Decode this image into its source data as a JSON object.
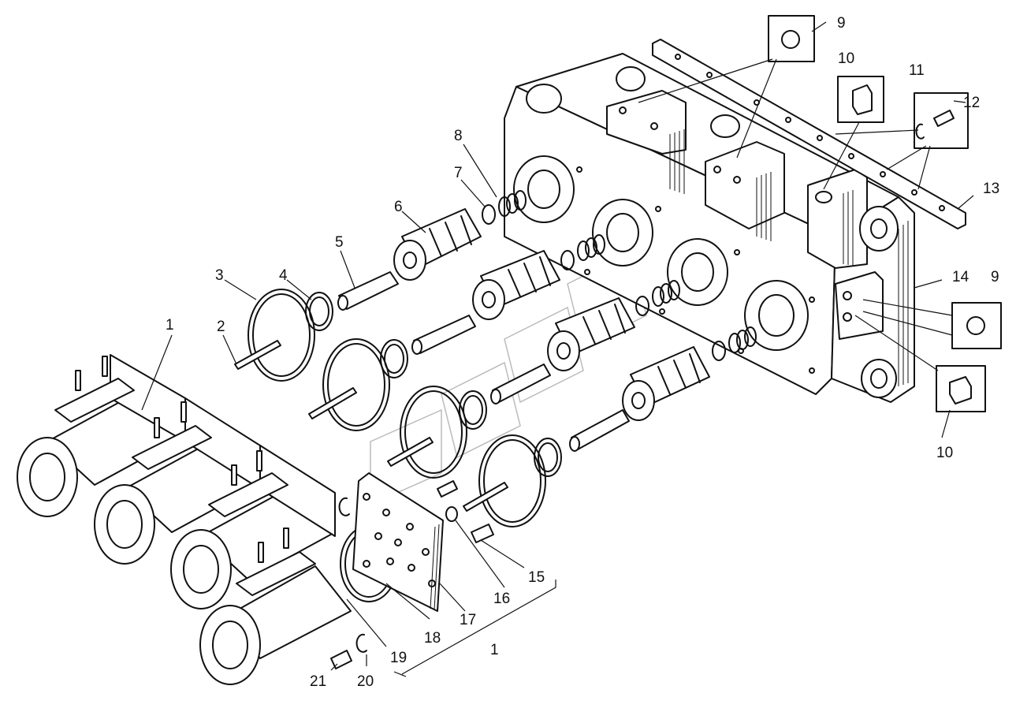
{
  "callouts": [
    {
      "id": "c-1a",
      "text": "1"
    },
    {
      "id": "c-1b",
      "text": "1"
    },
    {
      "id": "c-2",
      "text": "2"
    },
    {
      "id": "c-3",
      "text": "3"
    },
    {
      "id": "c-4",
      "text": "4"
    },
    {
      "id": "c-5",
      "text": "5"
    },
    {
      "id": "c-6",
      "text": "6"
    },
    {
      "id": "c-7",
      "text": "7"
    },
    {
      "id": "c-8",
      "text": "8"
    },
    {
      "id": "c-9a",
      "text": "9"
    },
    {
      "id": "c-9b",
      "text": "9"
    },
    {
      "id": "c-10a",
      "text": "10"
    },
    {
      "id": "c-10b",
      "text": "10"
    },
    {
      "id": "c-11",
      "text": "11"
    },
    {
      "id": "c-12",
      "text": "12"
    },
    {
      "id": "c-13",
      "text": "13"
    },
    {
      "id": "c-14",
      "text": "14"
    },
    {
      "id": "c-15",
      "text": "15"
    },
    {
      "id": "c-16",
      "text": "16"
    },
    {
      "id": "c-17",
      "text": "17"
    },
    {
      "id": "c-18",
      "text": "18"
    },
    {
      "id": "c-19",
      "text": "19"
    },
    {
      "id": "c-20",
      "text": "20"
    },
    {
      "id": "c-21",
      "text": "21"
    }
  ],
  "palette": {
    "ink": "#111111",
    "paper": "#ffffff",
    "watermark": "#bbbbbb"
  }
}
